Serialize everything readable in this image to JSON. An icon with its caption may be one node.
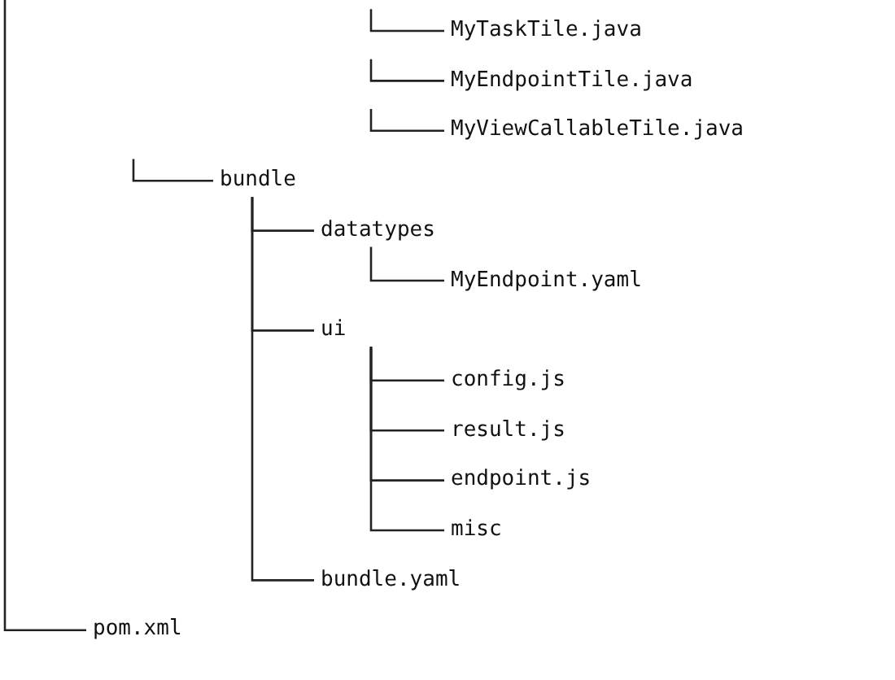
{
  "diagram": {
    "nodes": [
      {
        "text": [
          "MyTaskTile.java"
        ]
      },
      {
        "text": [
          "MyEndpointTile.java"
        ]
      },
      {
        "text": [
          "MyViewCallableTile.java"
        ]
      },
      {
        "text": [
          "bundle"
        ]
      },
      {
        "text": [
          "datatypes"
        ]
      },
      {
        "text": [
          "MyEndpoint.yaml"
        ]
      },
      {
        "text": [
          "ui"
        ]
      },
      {
        "text": [
          "config.js"
        ]
      },
      {
        "text": [
          "result.js"
        ]
      },
      {
        "text": [
          "endpoint.js"
        ]
      },
      {
        "text": [
          "misc"
        ]
      },
      {
        "text": [
          "bundle.yaml"
        ]
      },
      {
        "text": [
          "pom.xml"
        ]
      }
    ],
    "edges": [
      {
        "from": null,
        "to": 0,
        "arrow": "none"
      },
      {
        "from": null,
        "to": 1,
        "arrow": "none"
      },
      {
        "from": null,
        "to": 2,
        "arrow": "none"
      },
      {
        "from": null,
        "to": 3,
        "arrow": "none"
      },
      {
        "from": 3,
        "to": 4,
        "arrow": "none"
      },
      {
        "from": 4,
        "to": 5,
        "arrow": "none"
      },
      {
        "from": 3,
        "to": 6,
        "arrow": "none"
      },
      {
        "from": 6,
        "to": 7,
        "arrow": "none"
      },
      {
        "from": 6,
        "to": 8,
        "arrow": "none"
      },
      {
        "from": 6,
        "to": 9,
        "arrow": "none"
      },
      {
        "from": 6,
        "to": 10,
        "arrow": "none"
      },
      {
        "from": 3,
        "to": 11,
        "arrow": "none"
      },
      {
        "from": null,
        "to": 12,
        "arrow": "none"
      }
    ]
  }
}
